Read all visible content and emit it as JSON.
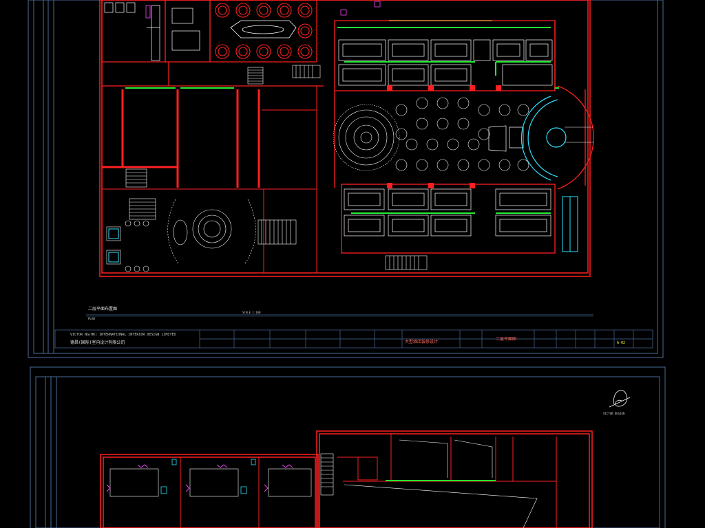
{
  "sheet1": {
    "drawing_title": "二层平面布置图",
    "drawing_subtitle": "PLAN",
    "scale": "SCALE 1:100",
    "company_en": "VICTOR NG(HK) INTERNATIONAL INTERIOR DESIGN LIMITED",
    "company_cn": "德昌(国际)室内设计有限公司",
    "project_name": "大型酒店装修设计",
    "sheet_name": "二层平面图",
    "sheet_no": "A-02"
  },
  "sheet2": {
    "signature_caption": "VICTOR DESIGN"
  },
  "colors": {
    "wall": "#ff2020",
    "fixture": "#ffffff",
    "partition": "#22ee33",
    "border": "#4a6e9a",
    "accent_cyan": "#30e0ff",
    "tag_magenta": "#ff40ff"
  }
}
